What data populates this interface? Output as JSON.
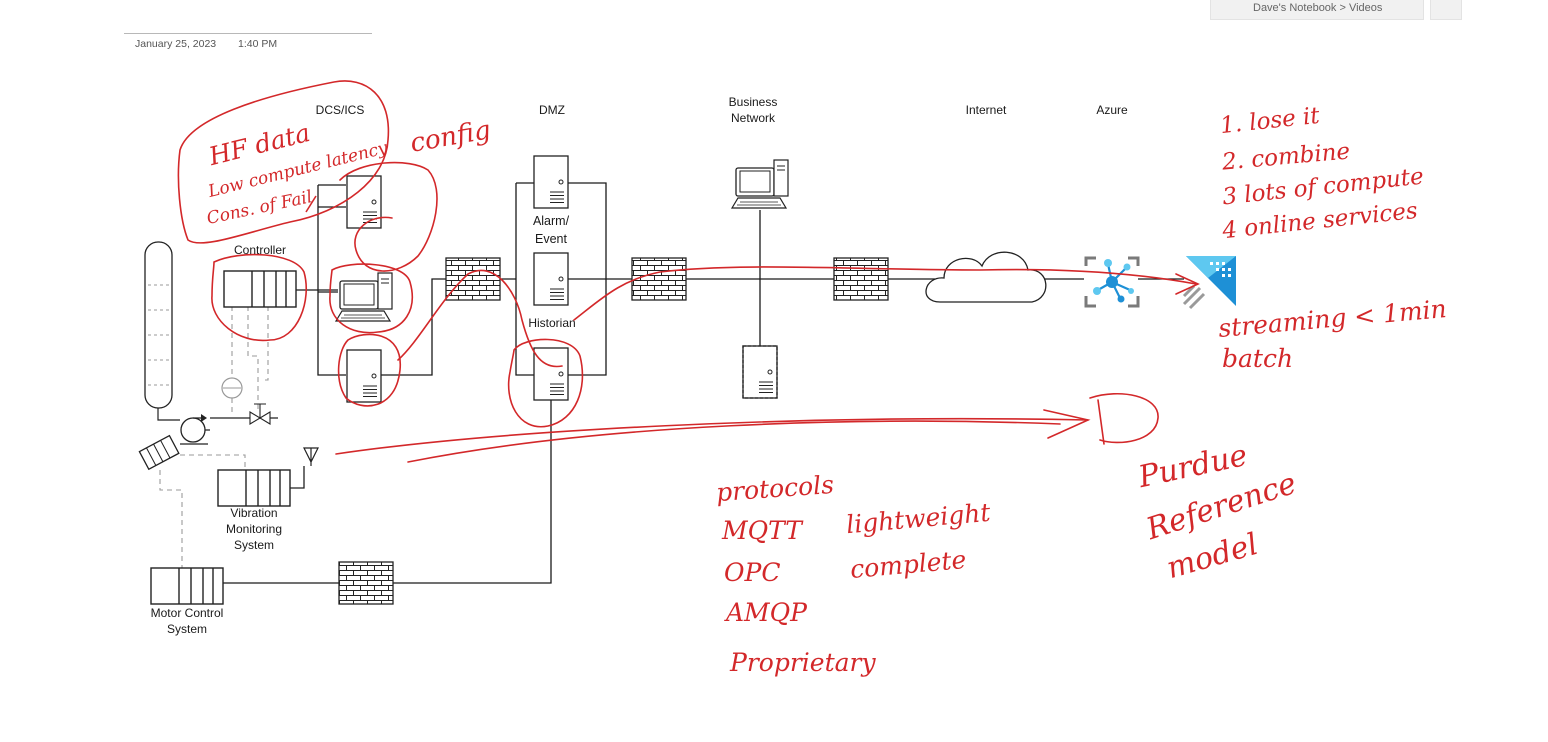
{
  "page": {
    "date": "January 25, 2023",
    "time": "1:40 PM",
    "notebook_breadcrumb": "Dave's Notebook > Videos"
  },
  "zones": {
    "dcs_ics": "DCS/ICS",
    "dmz": "DMZ",
    "business_network": "Business Network",
    "internet": "Internet",
    "azure": "Azure"
  },
  "components": {
    "controller": "Controller",
    "alarm_event": "Alarm/ Event",
    "historian": "Historian",
    "vibration_monitoring": "Vibration Monitoring System",
    "motor_control": "Motor Control System"
  },
  "annotations": {
    "hf_block": [
      "HF data",
      "Low compute latency",
      "Cons. of Fail"
    ],
    "config": "config",
    "options": [
      "1. lose it",
      "2. combine",
      "3  lots of compute",
      "4  online services"
    ],
    "streaming": [
      "streaming < 1min",
      "batch"
    ],
    "protocols": [
      "protocols",
      "MQTT",
      "OPC",
      "AMQP",
      "Proprietary"
    ],
    "protocol_notes": [
      "lightweight",
      "complete"
    ],
    "purdue": [
      "Purdue",
      "Reference",
      "model"
    ]
  },
  "colors": {
    "ink": "#d3282a",
    "diagram_line": "#1a1a1a",
    "dashed_line": "#9a9a9a",
    "azure_blue": "#1e90d6",
    "azure_light": "#5ec8f0"
  },
  "icons": [
    "firewall-icon",
    "server-icon",
    "workstation-icon",
    "cloud-icon",
    "iot-hub-icon",
    "stream-analytics-icon",
    "antenna-icon",
    "pump-icon",
    "motor-icon",
    "valve-icon",
    "transmitter-icon",
    "distillation-column-icon"
  ]
}
